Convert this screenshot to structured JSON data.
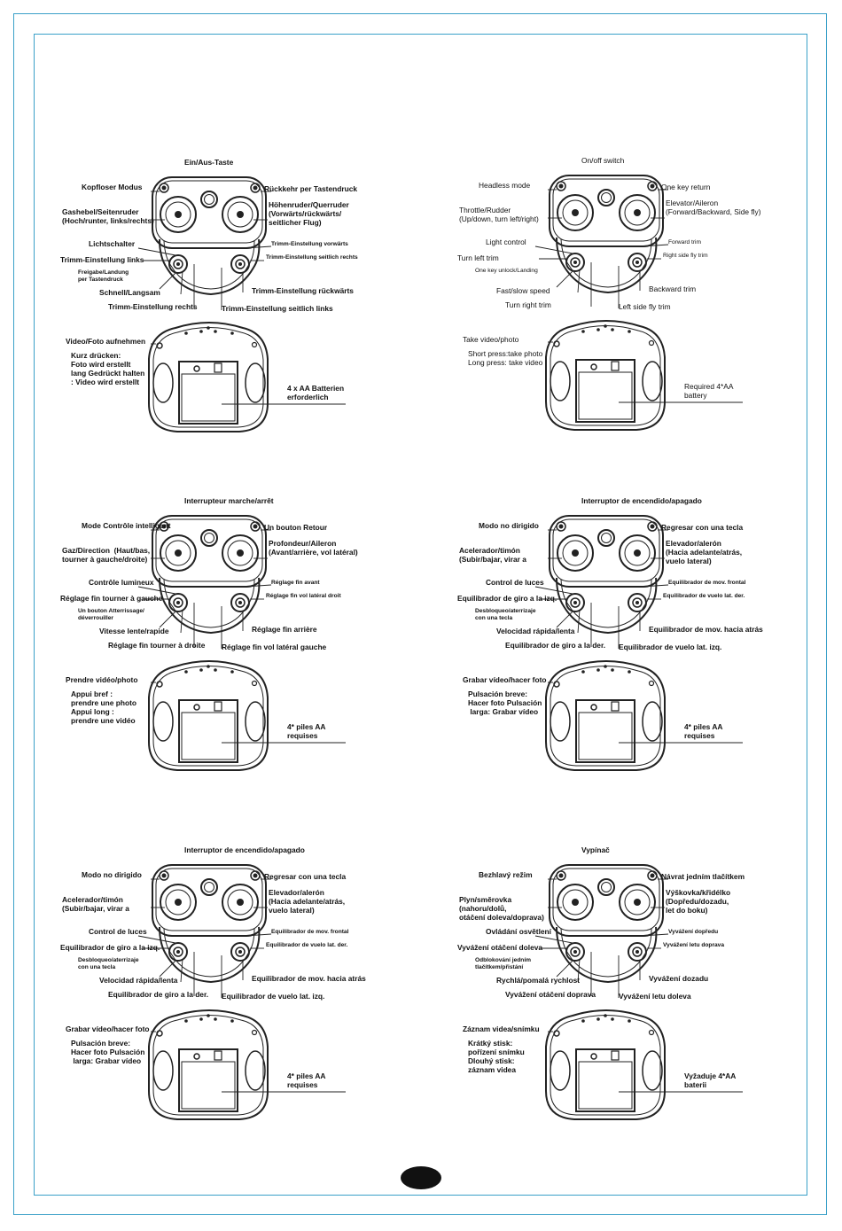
{
  "panels": [
    {
      "lang": "de",
      "labels": {
        "onoff": "Ein/Aus-Taste",
        "headless": "Kopfloser Modus",
        "onekey_return": "Rückkehr per Tastendruck",
        "throttle": "Gashebel/Seitenruder\n(Hoch/runter, links/rechts)",
        "elevator": "Höhenruder/Querruder\n(Vorwärts/rückwärts/\nseitlicher Flug)",
        "light": "Lichtschalter",
        "forward_trim": "Trimm-Einstellung vorwärts",
        "left_trim": "Trimm-Einstellung links",
        "side_right": "Trimm-Einstellung seitlich rechts",
        "unlock": "Freigabe/Landung\nper Tastendruck",
        "speed": "Schnell/Langsam",
        "backward": "Trimm-Einstellung rückwärts",
        "right_trim": "Trimm-Einstellung rechts",
        "side_left": "Trimm-Einstellung seitlich links",
        "video": "Video/Foto aufnehmen",
        "press_info": "Kurz drücken:\nFoto wird erstellt\nlang Gedrückt halten\n: Video wird erstellt",
        "battery": "4 x AA Batterien\nerforderlich"
      }
    },
    {
      "lang": "en",
      "labels": {
        "onoff": "On/off switch",
        "headless": "Headless mode",
        "onekey_return": "One key return",
        "throttle": "Throttle/Rudder\n(Up/down, turn left/right)",
        "elevator": "Elevator/Aileron\n(Forward/Backward, Side fly)",
        "light": "Light control",
        "forward_trim": "Forward trim",
        "left_trim": "Turn left trim",
        "side_right": "Right side fly trim",
        "unlock": "One key unlock/Landing",
        "speed": "Fast/slow speed",
        "backward": "Backward trim",
        "right_trim": "Turn right trim",
        "side_left": "Left side fly trim",
        "video": "Take video/photo",
        "press_info": "Short press:take photo\nLong press: take video",
        "battery": "Required 4*AA\nbattery"
      }
    },
    {
      "lang": "fr",
      "labels": {
        "onoff": "Interrupteur\nmarche/arrêt",
        "headless": "Mode Contrôle intelligent",
        "onekey_return": "Un bouton Retour",
        "throttle": "Gaz/Direction  (Haut/bas,\ntourner à gauche/droite)",
        "elevator": "Profondeur/Aileron\n(Avant/arrière, vol latéral)",
        "light": "Contrôle lumineux",
        "forward_trim": "Réglage fin avant",
        "left_trim": "Réglage fin tourner à gauche",
        "side_right": "Réglage fin vol latéral droit",
        "unlock": "Un bouton Atterrissage/\ndéverrouiller",
        "speed": "Vitesse lente/rapide",
        "backward": "Réglage fin arrière",
        "right_trim": "Réglage fin tourner à droite",
        "side_left": "Réglage fin vol latéral gauche",
        "video": "Prendre vidéo/photo",
        "press_info": "Appui bref :\nprendre une photo\nAppui long :\nprendre une vidéo",
        "battery": "4* piles AA\nrequises"
      }
    },
    {
      "lang": "es",
      "labels": {
        "onoff": "Interruptor de\nencendido/apagado",
        "headless": "Modo no dirigido",
        "onekey_return": "Regresar con una tecla",
        "throttle": "Acelerador/timón\n(Subir/bajar, virar a",
        "elevator": "Elevador/alerón\n(Hacia adelante/atrás,\nvuelo lateral)",
        "light": "Control de luces",
        "forward_trim": "Equilibrador de mov. frontal",
        "left_trim": "Equilibrador de giro a la izq.",
        "side_right": "Equilibrador de vuelo lat. der.",
        "unlock": "Desbloqueo/aterrizaje\ncon una tecla",
        "speed": "Velocidad rápida/lenta",
        "backward": "Equilibrador de mov. hacia atrás",
        "right_trim": "Equilibrador de giro a la der.",
        "side_left": "Equilibrador de vuelo lat. izq.",
        "video": "Grabar vídeo/hacer foto",
        "press_info": "Pulsación breve:\nHacer foto Pulsación\n larga: Grabar vídeo",
        "battery": "4* piles AA\nrequises"
      }
    },
    {
      "lang": "es",
      "labels": {
        "onoff": "Interruptor de\nencendido/apagado",
        "headless": "Modo no dirigido",
        "onekey_return": "Regresar con una tecla",
        "throttle": "Acelerador/timón\n(Subir/bajar, virar a",
        "elevator": "Elevador/alerón\n(Hacia adelante/atrás,\nvuelo lateral)",
        "light": "Control de luces",
        "forward_trim": "Equilibrador de mov. frontal",
        "left_trim": "Equilibrador de giro a la izq.",
        "side_right": "Equilibrador de vuelo lat. der.",
        "unlock": "Desbloqueo/aterrizaje\ncon una tecla",
        "speed": "Velocidad rápida/lenta",
        "backward": "Equilibrador de mov. hacia atrás",
        "right_trim": "Equilibrador de giro a la der.",
        "side_left": "Equilibrador de vuelo lat. izq.",
        "video": "Grabar vídeo/hacer foto",
        "press_info": "Pulsación breve:\nHacer foto Pulsación\n larga: Grabar vídeo",
        "battery": "4* piles AA\nrequises"
      }
    },
    {
      "lang": "cs",
      "labels": {
        "onoff": "Vypínač",
        "headless": "Bezhlavý režim",
        "onekey_return": "Návrat jedním tlačítkem",
        "throttle": "Plyn/směrovka\n(nahoru/dolů,\notáčení doleva/doprava)",
        "elevator": "Výškovka/křidélko\n(Dopředu/dozadu,\nlet do boku)",
        "light": "Ovládání osvětlení",
        "forward_trim": "Vyvážení dopředu",
        "left_trim": "Vyvážení otáčení doleva",
        "side_right": "Vyvážení letu doprava",
        "unlock": "Odblokování jedním\ntlačítkem/přistání",
        "speed": "Rychlá/pomalá rychlost",
        "backward": "Vyvážení dozadu",
        "right_trim": "Vyvážení otáčení doprava",
        "side_left": "Vyvážení letu doleva",
        "video": "Záznam videa/snímku",
        "press_info": "Krátký stisk:\npořízení snímku\nDlouhý stisk:\nzáznam videa",
        "battery": "Vyžaduje 4*AA\nbaterii"
      }
    }
  ]
}
